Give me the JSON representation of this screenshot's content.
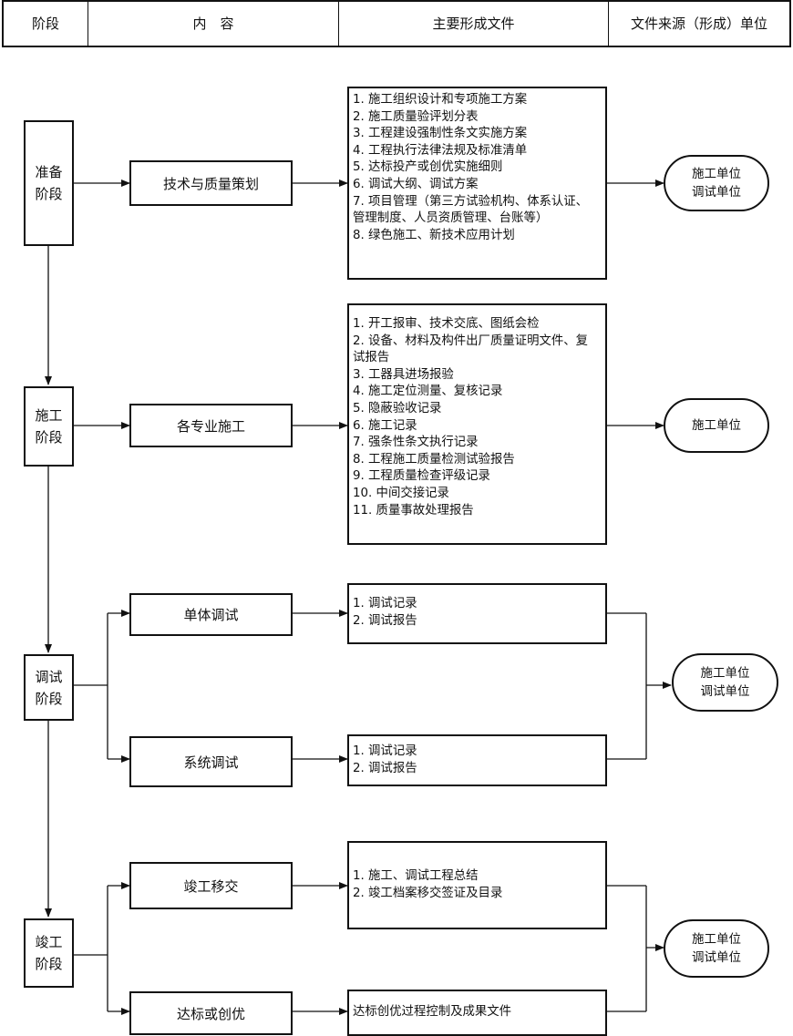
{
  "header": {
    "col_stage": "阶段",
    "col_content": "内　容",
    "col_docs": "主要形成文件",
    "col_source": "文件来源（形成）单位"
  },
  "stages": [
    {
      "label_lines": [
        "准备",
        "阶段"
      ],
      "items": [
        {
          "content": "技术与质量策划",
          "docs": [
            "1. 施工组织设计和专项施工方案",
            "2. 施工质量验评划分表",
            "3. 工程建设强制性条文实施方案",
            "4. 工程执行法律法规及标准清单",
            "5. 达标投产或创优实施细则",
            "6. 调试大纲、调试方案",
            "7. 项目管理（第三方试验机构、体系认证、管理制度、人员资质管理、台账等）",
            "8. 绿色施工、新技术应用计划"
          ]
        }
      ],
      "unit_lines": [
        "施工单位",
        "调试单位"
      ]
    },
    {
      "label_lines": [
        "施工",
        "阶段"
      ],
      "items": [
        {
          "content": "各专业施工",
          "docs": [
            "1. 开工报审、技术交底、图纸会检",
            "2. 设备、材料及构件出厂质量证明文件、复试报告",
            "3. 工器具进场报验",
            "4. 施工定位测量、复核记录",
            "5. 隐蔽验收记录",
            "6. 施工记录",
            "7. 强条性条文执行记录",
            "8. 工程施工质量检测试验报告",
            "9. 工程质量检查评级记录",
            "10. 中间交接记录",
            "11. 质量事故处理报告"
          ]
        }
      ],
      "unit_lines": [
        "施工单位"
      ]
    },
    {
      "label_lines": [
        "调试",
        "阶段"
      ],
      "items": [
        {
          "content": "单体调试",
          "docs": [
            "1. 调试记录",
            "2. 调试报告"
          ]
        },
        {
          "content": "系统调试",
          "docs": [
            "1. 调试记录",
            "2. 调试报告"
          ]
        }
      ],
      "unit_lines": [
        "施工单位",
        "调试单位"
      ]
    },
    {
      "label_lines": [
        "竣工",
        "阶段"
      ],
      "items": [
        {
          "content": "竣工移交",
          "docs": [
            "1. 施工、调试工程总结",
            "2. 竣工档案移交签证及目录"
          ]
        },
        {
          "content": "达标或创优",
          "docs": [
            "达标创优过程控制及成果文件"
          ]
        }
      ],
      "unit_lines": [
        "施工单位",
        "调试单位"
      ]
    }
  ]
}
